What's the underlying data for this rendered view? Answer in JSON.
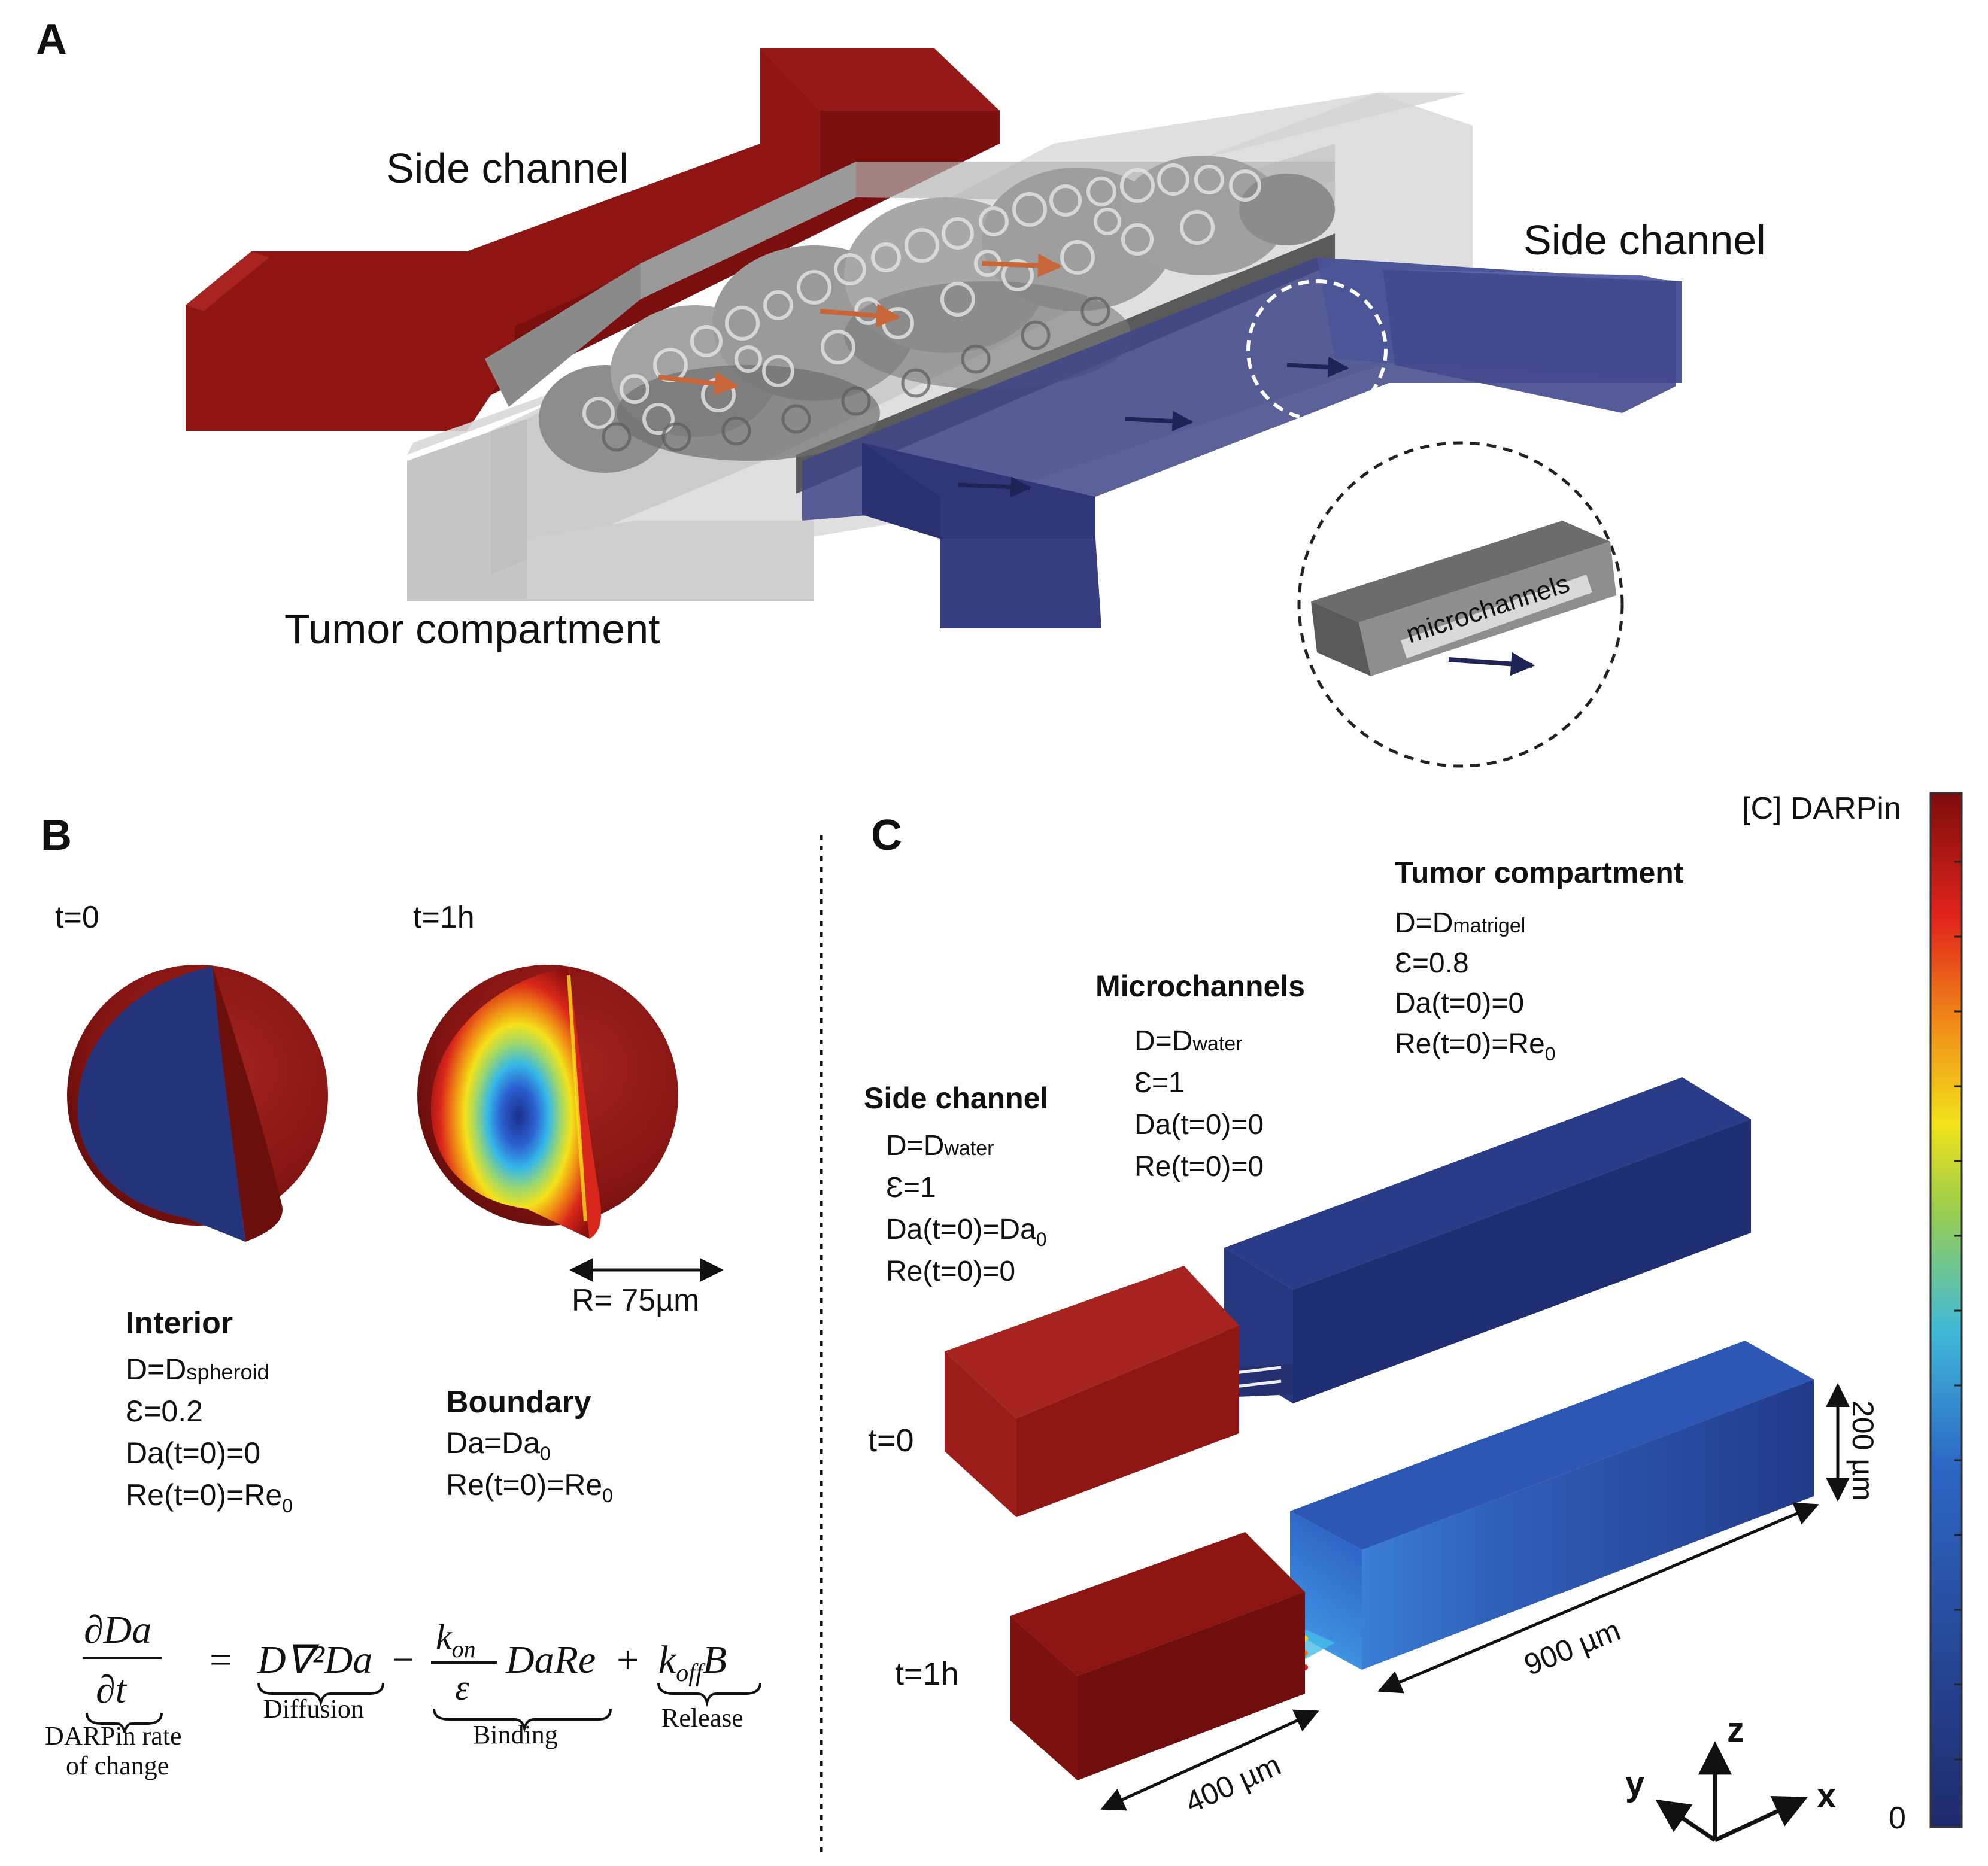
{
  "panel_a": {
    "letter": "A",
    "side_channel_left": "Side channel",
    "side_channel_right": "Side channel",
    "tumor_compartment": "Tumor compartment",
    "inset_label": "microchannels"
  },
  "panel_b": {
    "letter": "B",
    "t0": "t=0",
    "t1h": "t=1h",
    "radius": "R= 75µm",
    "interior": {
      "title": "Interior",
      "D": "D=D",
      "D_sub": "spheroid",
      "eps": "Ɛ=0.2",
      "da": "Da(t=0)=0",
      "re": "Re(t=0)=Re",
      "re_sub": "0"
    },
    "boundary": {
      "title": "Boundary",
      "da": "Da=Da",
      "da_sub": "0",
      "re": "Re(t=0)=Re",
      "re_sub": "0"
    },
    "equation": {
      "lhs_num": "∂Da",
      "lhs_den": "∂t",
      "eq": "=",
      "diff_term": "D∇²Da",
      "minus": "−",
      "kon": "k",
      "kon_sub": "on",
      "eps": "ε",
      "bind_term": "DaRe",
      "plus": "+",
      "koff": "k",
      "koff_sub": "off",
      "koff_B": "B",
      "label_lhs_1": "DARPin rate",
      "label_lhs_2": "of change",
      "label_diff": "Diffusion",
      "label_bind": "Binding",
      "label_release": "Release"
    }
  },
  "panel_c": {
    "letter": "C",
    "colorbar_title": "[C] DARPin",
    "colorbar_min": "0",
    "tumor": {
      "title": "Tumor compartment",
      "D": "D=D",
      "D_sub": "matrigel",
      "eps": "Ɛ=0.8",
      "da": "Da(t=0)=0",
      "re": "Re(t=0)=Re",
      "re_sub": "0"
    },
    "micro": {
      "title": "Microchannels",
      "D": "D=D",
      "D_sub": "water",
      "eps": "Ɛ=1",
      "da": "Da(t=0)=0",
      "re": "Re(t=0)=0"
    },
    "side": {
      "title": "Side channel",
      "D": "D=D",
      "D_sub": "water",
      "eps": "Ɛ=1",
      "da": "Da(t=0)=Da",
      "da_sub": "0",
      "re": "Re(t=0)=0"
    },
    "t0": "t=0",
    "t1h": "t=1h",
    "dim_200": "200 µm",
    "dim_900": "900 µm",
    "dim_400": "400 µm",
    "axis_z": "z",
    "axis_y": "y",
    "axis_x": "x"
  },
  "colors": {
    "side_red": "#8e1512",
    "side_blue": "#3a4187",
    "chamber_gray": "#c9c9c9",
    "darpin_high": "#7f0a0a",
    "darpin_low": "#1c2d70"
  }
}
